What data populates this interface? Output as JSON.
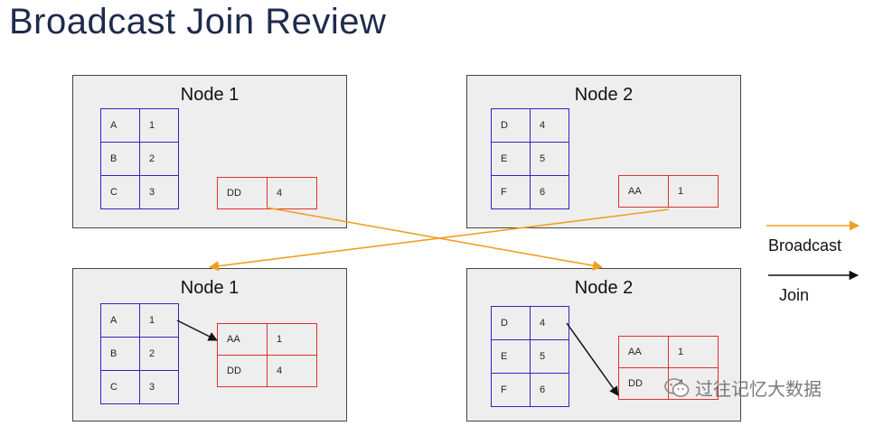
{
  "title": "Broadcast Join Review",
  "top_left": {
    "label": "Node 1",
    "table": [
      [
        "A",
        "1"
      ],
      [
        "B",
        "2"
      ],
      [
        "C",
        "3"
      ]
    ],
    "broadcast_row": [
      "DD",
      "4"
    ]
  },
  "top_right": {
    "label": "Node 2",
    "table": [
      [
        "D",
        "4"
      ],
      [
        "E",
        "5"
      ],
      [
        "F",
        "6"
      ]
    ],
    "broadcast_row": [
      "AA",
      "1"
    ]
  },
  "bottom_left": {
    "label": "Node 1",
    "table": [
      [
        "A",
        "1"
      ],
      [
        "B",
        "2"
      ],
      [
        "C",
        "3"
      ]
    ],
    "received": [
      [
        "AA",
        "1"
      ],
      [
        "DD",
        "4"
      ]
    ]
  },
  "bottom_right": {
    "label": "Node 2",
    "table": [
      [
        "D",
        "4"
      ],
      [
        "E",
        "5"
      ],
      [
        "F",
        "6"
      ]
    ],
    "received": [
      [
        "AA",
        "1"
      ],
      [
        "DD",
        "4"
      ]
    ]
  },
  "legend": {
    "broadcast_label": "Broadcast",
    "join_label": "Join",
    "broadcast_color": "#f0a020",
    "join_color": "#111111"
  },
  "colors": {
    "left_table_border": "#3b1fbf",
    "broadcast_table_border": "#e03030",
    "title_color": "#1f2b4d"
  },
  "watermark": {
    "text": "过往记忆大数据",
    "icon": "wechat-icon"
  }
}
